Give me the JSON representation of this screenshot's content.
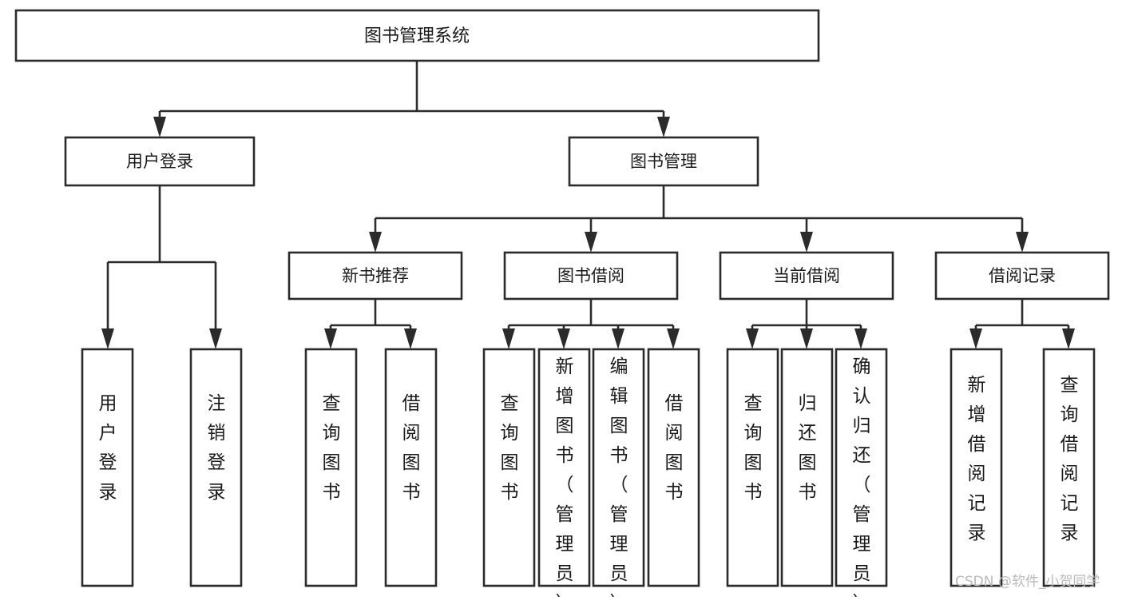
{
  "diagram": {
    "type": "tree-hierarchy",
    "title": "图书管理系统",
    "orientation": "top-down",
    "colors": {
      "box_stroke": "#2b2b2b",
      "box_fill": "#ffffff",
      "text": "#1a1a1a",
      "connector": "#2b2b2b",
      "background": "#ffffff",
      "watermark": "#b9b9b9"
    },
    "root": {
      "id": "root",
      "label": "图书管理系统"
    },
    "level2": [
      {
        "id": "user-login",
        "label": "用户登录"
      },
      {
        "id": "book-management",
        "label": "图书管理"
      }
    ],
    "level3": [
      {
        "id": "new-book-recommend",
        "label": "新书推荐",
        "parent": "book-management"
      },
      {
        "id": "book-borrow",
        "label": "图书借阅",
        "parent": "book-management"
      },
      {
        "id": "current-borrow",
        "label": "当前借阅",
        "parent": "book-management"
      },
      {
        "id": "borrow-record",
        "label": "借阅记录",
        "parent": "book-management"
      }
    ],
    "leaves": {
      "user-login": [
        {
          "id": "leaf-user-login",
          "label": "用户登录"
        },
        {
          "id": "leaf-user-logout",
          "label": "注销登录"
        }
      ],
      "new-book-recommend": [
        {
          "id": "leaf-query-book-1",
          "label": "查询图书"
        },
        {
          "id": "leaf-borrow-book-1",
          "label": "借阅图书"
        }
      ],
      "book-borrow": [
        {
          "id": "leaf-query-book-2",
          "label": "查询图书"
        },
        {
          "id": "leaf-add-book",
          "label": "新增图书（管理员）"
        },
        {
          "id": "leaf-edit-book",
          "label": "编辑图书（管理员）"
        },
        {
          "id": "leaf-borrow-book-2",
          "label": "借阅图书"
        }
      ],
      "current-borrow": [
        {
          "id": "leaf-query-book-3",
          "label": "查询图书"
        },
        {
          "id": "leaf-return-book",
          "label": "归还图书"
        },
        {
          "id": "leaf-confirm-return",
          "label": "确认归还（管理员）"
        }
      ],
      "borrow-record": [
        {
          "id": "leaf-add-record",
          "label": "新增借阅记录"
        },
        {
          "id": "leaf-query-record",
          "label": "查询借阅记录"
        }
      ]
    }
  },
  "watermark": {
    "text": "CSDN @软件_小贺同学"
  }
}
